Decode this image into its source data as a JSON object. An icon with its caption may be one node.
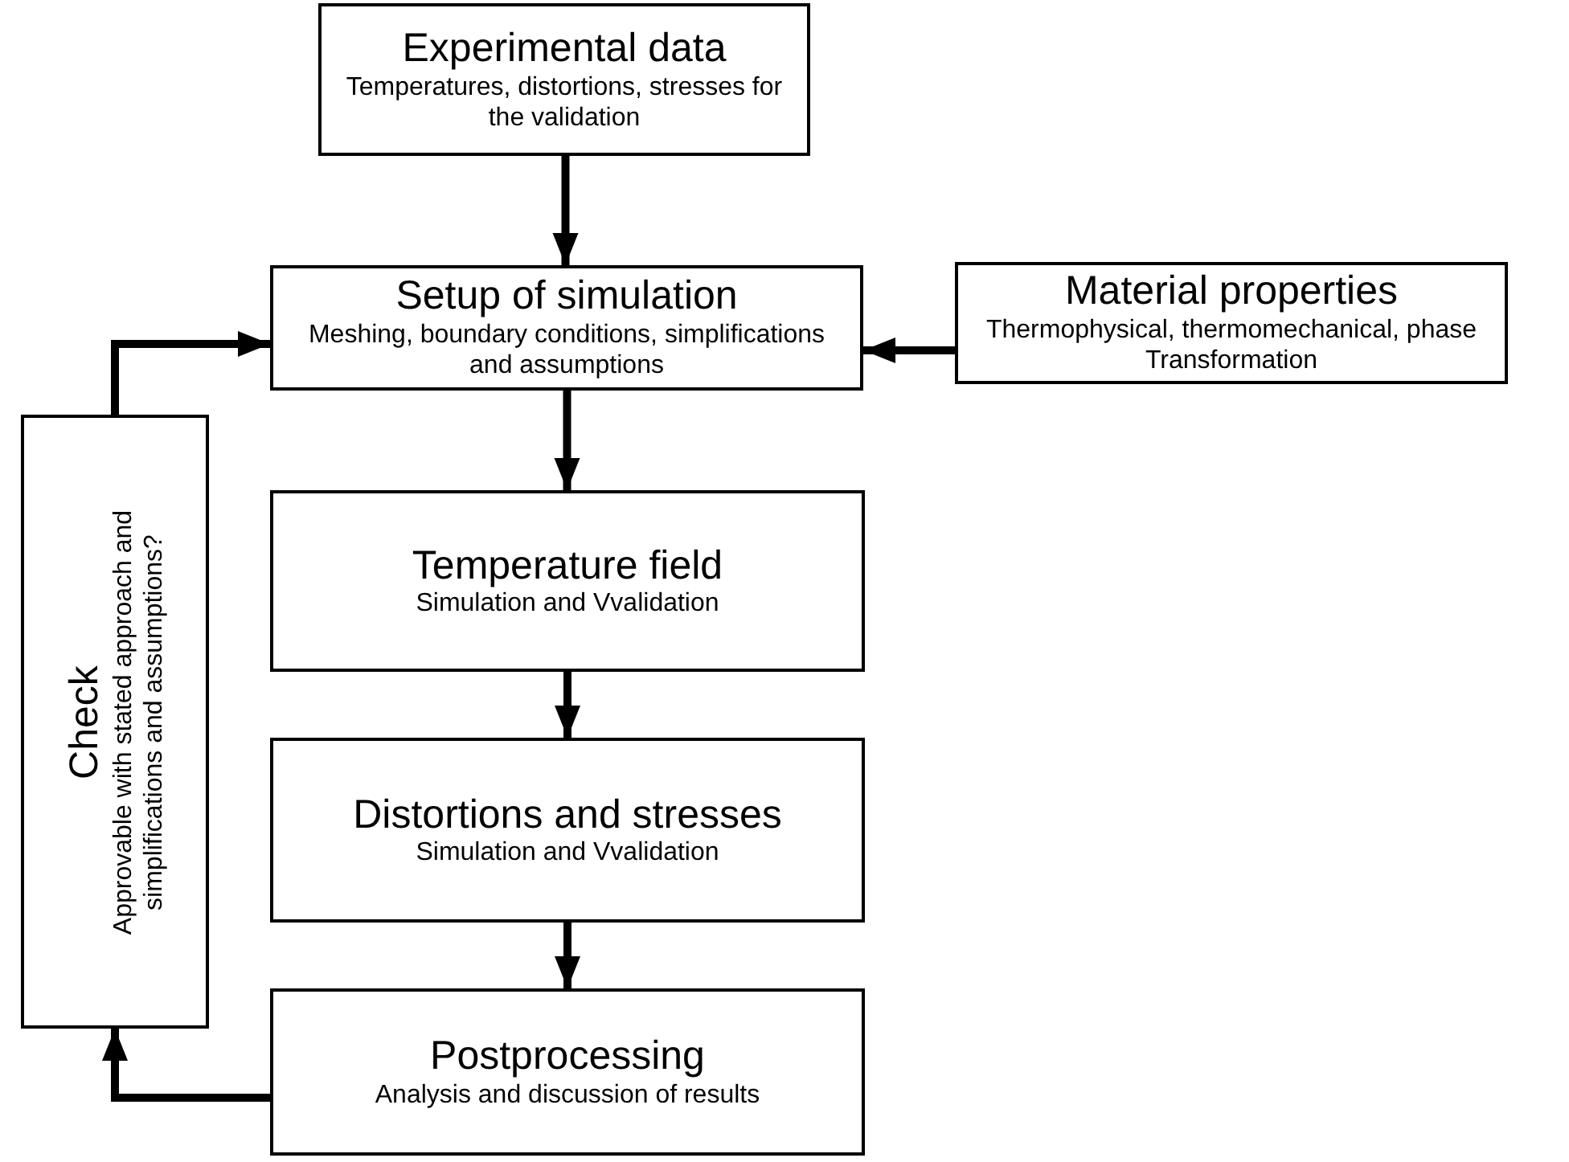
{
  "diagram": {
    "nodes": [
      {
        "text": [
          "Experimental data",
          "Temperatures, distortions, stresses for the validation"
        ]
      },
      {
        "text": [
          "Setup of simulation",
          "Meshing, boundary conditions, simplifications and assumptions"
        ]
      },
      {
        "text": [
          "Material properties",
          "Thermophysical, thermomechanical, phase Transformation"
        ]
      },
      {
        "text": [
          "Temperature field",
          "Simulation and Vvalidation"
        ]
      },
      {
        "text": [
          "Distortions and stresses",
          "Simulation and Vvalidation"
        ]
      },
      {
        "text": [
          "Postprocessing",
          "Analysis and discussion of results"
        ]
      },
      {
        "text": [
          "Check",
          "Approvable with stated approach and simplifications and assumptions?"
        ]
      }
    ],
    "edges": [
      {
        "from": 0,
        "to": 1,
        "arrow": "to"
      },
      {
        "from": 2,
        "to": 1,
        "arrow": "to"
      },
      {
        "from": 1,
        "to": 3,
        "arrow": "to"
      },
      {
        "from": 3,
        "to": 4,
        "arrow": "to"
      },
      {
        "from": 4,
        "to": 5,
        "arrow": "to"
      },
      {
        "from": 5,
        "to": 6,
        "arrow": "to"
      },
      {
        "from": 6,
        "to": 1,
        "arrow": "to"
      }
    ]
  }
}
